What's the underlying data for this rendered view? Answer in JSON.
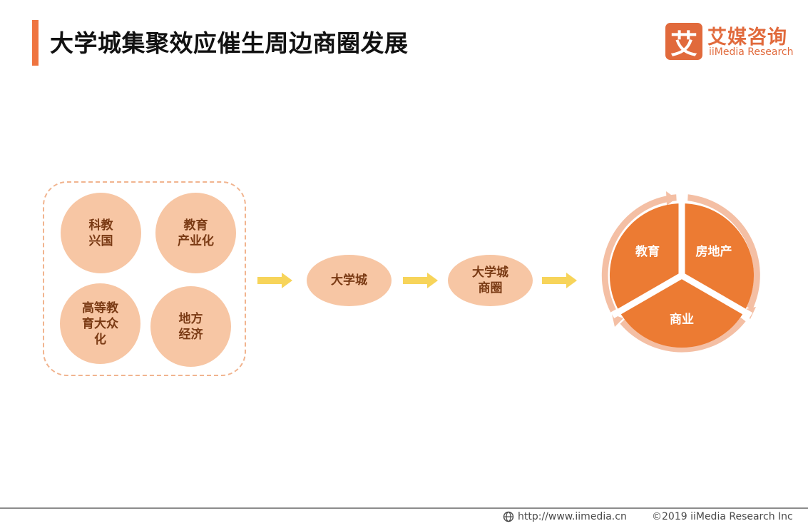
{
  "header": {
    "title": "大学城集聚效应催生周边商圈发展",
    "accent_color": "#EF7440"
  },
  "logo": {
    "mark": "艾",
    "name_cn": "艾媒咨询",
    "name_en": "iiMedia Research",
    "color": "#E16A3C"
  },
  "diagram": {
    "factors": [
      {
        "label": "科教\n兴国"
      },
      {
        "label": "教育\n产业化"
      },
      {
        "label": "高等教\n育大众\n化"
      },
      {
        "label": "地方\n经济"
      }
    ],
    "flow": [
      {
        "label": "大学城"
      },
      {
        "label": "大学城\n商圈"
      }
    ],
    "cycle": [
      {
        "label": "教育"
      },
      {
        "label": "房地产"
      },
      {
        "label": "商业"
      }
    ],
    "colors": {
      "factor_fill": "#F7C6A4",
      "factor_text": "#7A3A14",
      "arrow": "#F7D45A",
      "cycle_fill": "#EC7B33",
      "cycle_ring": "#F4BFA4"
    }
  },
  "footer": {
    "url": "http://www.iimedia.cn",
    "copyright": "©2019  iiMedia Research  Inc",
    "globe_icon": "globe-icon"
  }
}
